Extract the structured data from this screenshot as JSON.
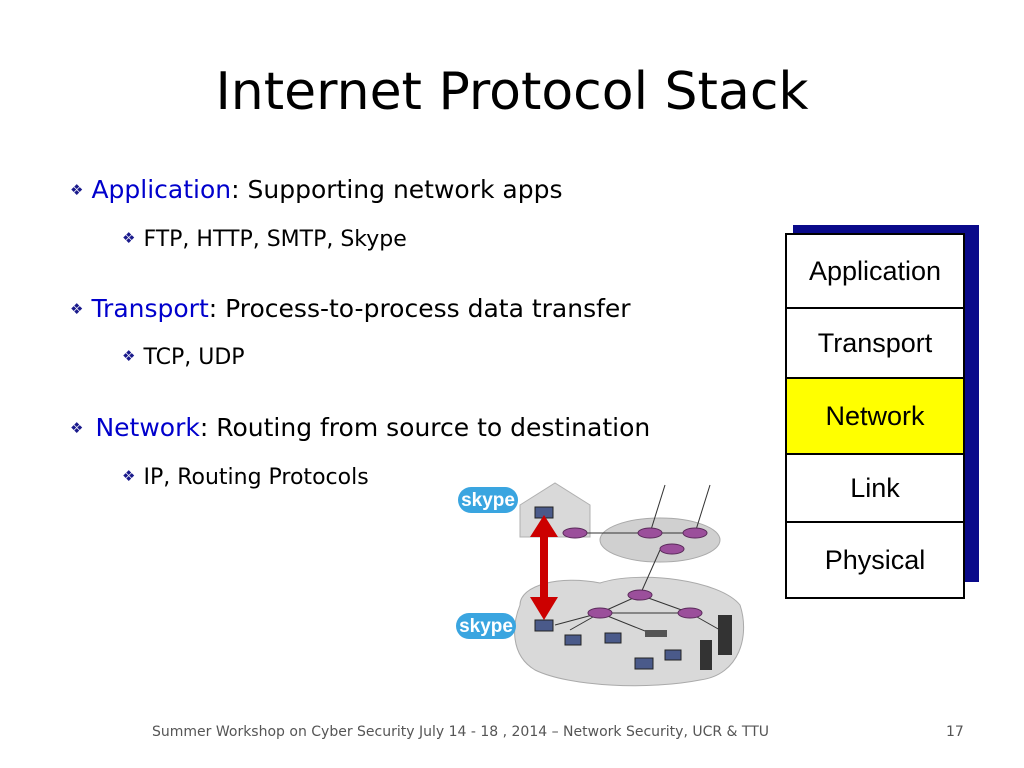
{
  "slide": {
    "title": "Internet Protocol Stack",
    "bullets": [
      {
        "keyword": "Application",
        "text": ": Supporting network apps",
        "sub": "FTP, HTTP,  SMTP, Skype"
      },
      {
        "keyword": "Transport",
        "text": ": Process-to-process data transfer",
        "sub": "TCP, UDP"
      },
      {
        "keyword": "Network",
        "text": ": Routing from source to destination",
        "sub": "IP, Routing Protocols"
      }
    ],
    "stack": {
      "layers": [
        "Application",
        "Transport",
        "Network",
        "Link",
        "Physical"
      ],
      "highlighted": "Network",
      "highlight_color": "#ffff00",
      "shadow_color": "#0a0a8a"
    },
    "illustration": {
      "logo_text": "skype",
      "logo_color": "#3aa5e0",
      "arrow_color": "#cc0000"
    },
    "footer": "Summer Workshop on Cyber Security July 14 - 18 , 2014 – Network Security, UCR & TTU",
    "page_number": "17",
    "colors": {
      "keyword": "#0000cc",
      "bullet": "#1a1a8c"
    }
  }
}
